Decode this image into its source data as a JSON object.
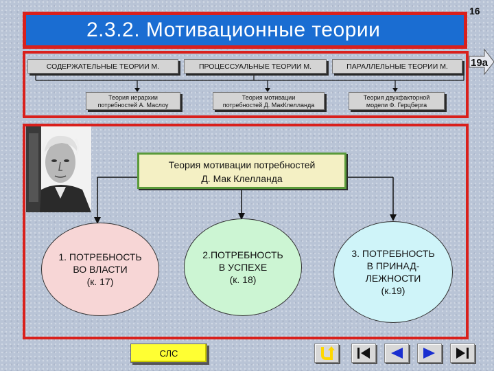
{
  "slide": {
    "number": "16",
    "title": "2.3.2. Мотивационные теории",
    "link_label": "19а"
  },
  "categories": [
    {
      "label": "СОДЕРЖАТЕЛЬНЫЕ ТЕОРИИ М."
    },
    {
      "label": "ПРОЦЕССУАЛЬНЫЕ ТЕОРИИ М."
    },
    {
      "label": "ПАРАЛЛЕЛЬНЫЕ ТЕОРИИ М."
    }
  ],
  "theories": [
    {
      "line1": "Теория иерархии",
      "line2": "потребностей А. Маслоу"
    },
    {
      "line1": "Теория мотивации",
      "line2": "потребностей Д. МакКлелланда"
    },
    {
      "line1": "Теория двухфакторной",
      "line2": "модели Ф. Герцберга"
    }
  ],
  "central": {
    "line1": "Теория мотивации потребностей",
    "line2": "Д. Мак Клелланда"
  },
  "needs": [
    {
      "text": "1. ПОТРЕБНОСТЬ\nВО ВЛАСТИ\n(к. 17)",
      "color": "#f7d6d6"
    },
    {
      "text": "2.ПОТРЕБНОСТЬ\nВ УСПЕХЕ\n(к. 18)",
      "color": "#ccf5d3"
    },
    {
      "text": "3. ПОТРЕБНОСТЬ\nВ ПРИНАД-\nЛЕЖНОСТИ\n(к.19)",
      "color": "#cff4f9"
    }
  ],
  "nav": {
    "cls_label": "СЛС",
    "buttons": [
      "return-icon",
      "first-slide-icon",
      "previous-icon",
      "next-icon",
      "last-slide-icon"
    ]
  },
  "colors": {
    "frame_red": "#d9201c",
    "title_blue": "#1a6dd2",
    "nav_yellow": "#ffff33"
  }
}
